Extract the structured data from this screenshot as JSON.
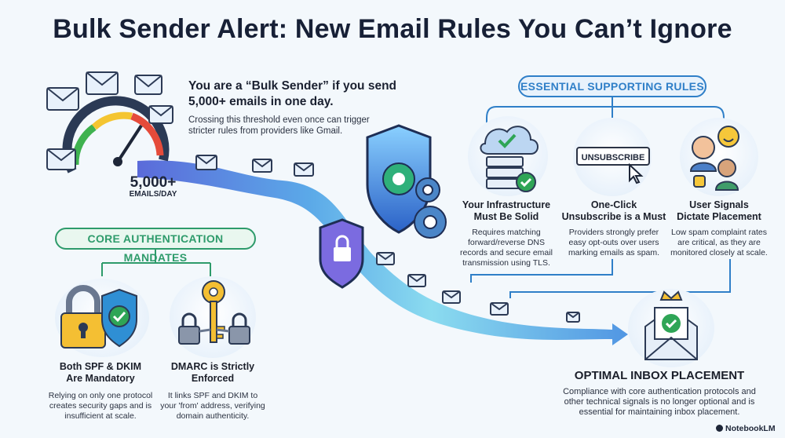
{
  "title": "Bulk Sender Alert: New Email Rules You Can’t Ignore",
  "intro": {
    "headline_line1": "You are a “Bulk Sender” if you send",
    "headline_line2": "5,000+ emails in one day.",
    "body_line1": "Crossing this threshold even once can trigger",
    "body_line2": "stricter rules from providers like Gmail.",
    "gauge_value": "5,000+",
    "gauge_unit": "EMAILS/DAY"
  },
  "supporting": {
    "label": "ESSENTIAL SUPPORTING RULES",
    "items": [
      {
        "title_line1": "Your Infrastructure",
        "title_line2": "Must Be Solid",
        "text_lines": [
          "Requires matching",
          "forward/reverse DNS",
          "records and secure email",
          "transmission using TLS."
        ]
      },
      {
        "title_line1": "One-Click",
        "title_line2": "Unsubscribe is a Must",
        "button": "UNSUBSCRIBE",
        "text_lines": [
          "Providers strongly prefer",
          "easy opt-outs over users",
          "marking emails as spam."
        ]
      },
      {
        "title_line1": "User Signals",
        "title_line2": "Dictate Placement",
        "text_lines": [
          "Low spam complaint rates",
          "are critical, as they are",
          "monitored closely at scale."
        ]
      }
    ]
  },
  "core": {
    "label": "CORE AUTHENTICATION MANDATES",
    "items": [
      {
        "title_line1": "Both SPF & DKIM",
        "title_line2": "Are Mandatory",
        "text_lines": [
          "Relying on only one protocol",
          "creates security gaps and is",
          "insufficient at scale."
        ]
      },
      {
        "title_line1": "DMARC is Strictly",
        "title_line2": "Enforced",
        "text_lines": [
          "It links SPF and DKIM to",
          "your 'from' address, verifying",
          "domain authenticity."
        ]
      }
    ]
  },
  "outcome": {
    "title": "OPTIMAL INBOX PLACEMENT",
    "text_lines": [
      "Compliance with core authentication protocols and",
      "other technical signals is no longer optional and is",
      "essential for maintaining inbox placement."
    ]
  },
  "watermark": "NotebookLM",
  "colors": {
    "core_green": "#2e9b6b",
    "support_blue": "#2f7fc8",
    "accent_gold": "#f2b51f"
  }
}
